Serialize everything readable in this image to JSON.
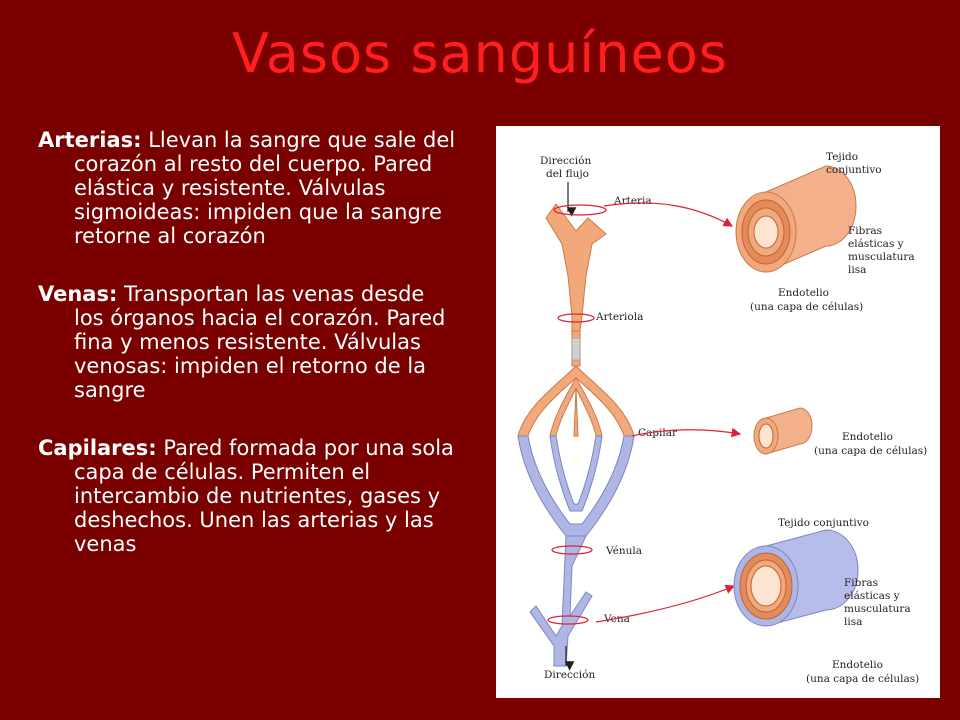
{
  "title": "Vasos sanguíneos",
  "items": [
    {
      "term": "Arterias:",
      "text": " Llevan la sangre que sale del corazón al resto del cuerpo. Pared elástica y resistente. Válvulas sigmoideas: impiden que la sangre retorne al corazón"
    },
    {
      "term": "Venas:",
      "text": " Transportan las venas desde los órganos hacia el corazón. Pared fina y menos resistente. Válvulas venosas: impiden el retorno de la sangre"
    },
    {
      "term": "Capilares:",
      "text": " Pared formada por una sola capa de células. Permiten el intercambio de nutrientes, gases y deshechos. Unen las arterias y las venas"
    }
  ],
  "diagram": {
    "flow_direction_label_1": "Dirección",
    "flow_direction_label_2": "del flujo",
    "arteria": "Arteria",
    "arteriola": "Arteriola",
    "capilar": "Capilar",
    "venula": "Vénula",
    "vena": "Vena",
    "direccion_bottom": "Dirección",
    "tejido_conjuntivo_1": "Tejido",
    "tejido_conjuntivo_2": "conjuntivo",
    "fibras_1": "Fibras",
    "fibras_2": "elásticas y",
    "fibras_3": "musculatura",
    "fibras_4": "lisa",
    "endotelio_1": "Endotelio",
    "endotelio_2": "(una capa de células)",
    "cap_endotelio_1": "Endotelio",
    "cap_endotelio_2": "(una capa de células)",
    "vena_tejido": "Tejido conjuntivo",
    "vena_fibras_1": "Fibras",
    "vena_fibras_2": "elásticas y",
    "vena_fibras_3": "musculatura",
    "vena_fibras_4": "lisa",
    "vena_endotelio_1": "Endotelio",
    "vena_endotelio_2": "(una capa de células)"
  },
  "colors": {
    "background": "#7a0000",
    "title": "#ff1f1f",
    "artery": "#f2a878",
    "vein": "#aeb6e6",
    "pointer": "#e0203a"
  }
}
